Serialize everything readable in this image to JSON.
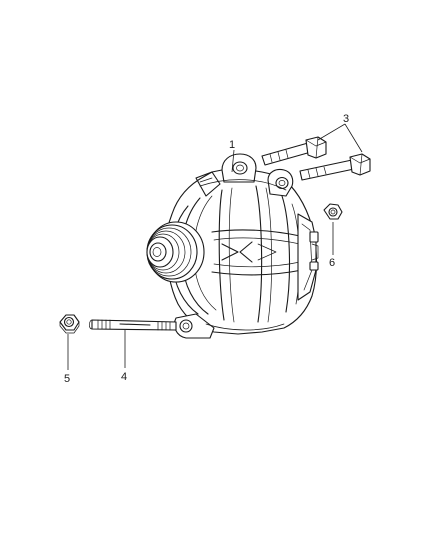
{
  "callouts": {
    "c1": "1",
    "c3": "3",
    "c4": "4",
    "c5": "5",
    "c6": "6"
  }
}
